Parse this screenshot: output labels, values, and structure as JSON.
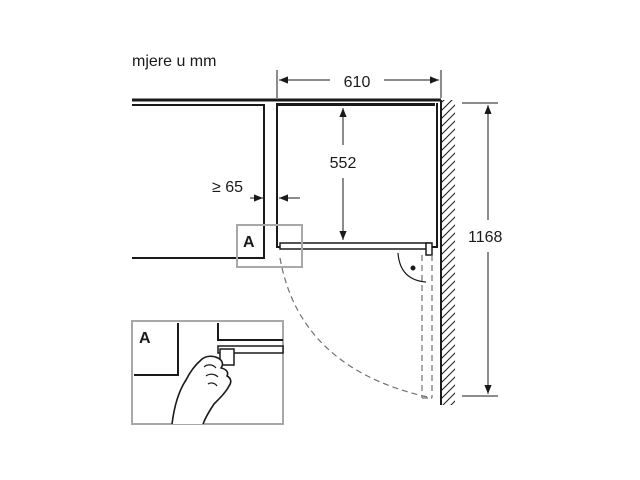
{
  "units_label": "mjere u mm",
  "dimensions": {
    "width": "610",
    "depth": "552",
    "min_gap": "≥ 65",
    "height": "1168"
  },
  "detail_marker": "A",
  "detail_title": "A",
  "colors": {
    "line": "#1a1a1a",
    "detail_frame": "#a8a8a8",
    "dashed": "#707070"
  }
}
